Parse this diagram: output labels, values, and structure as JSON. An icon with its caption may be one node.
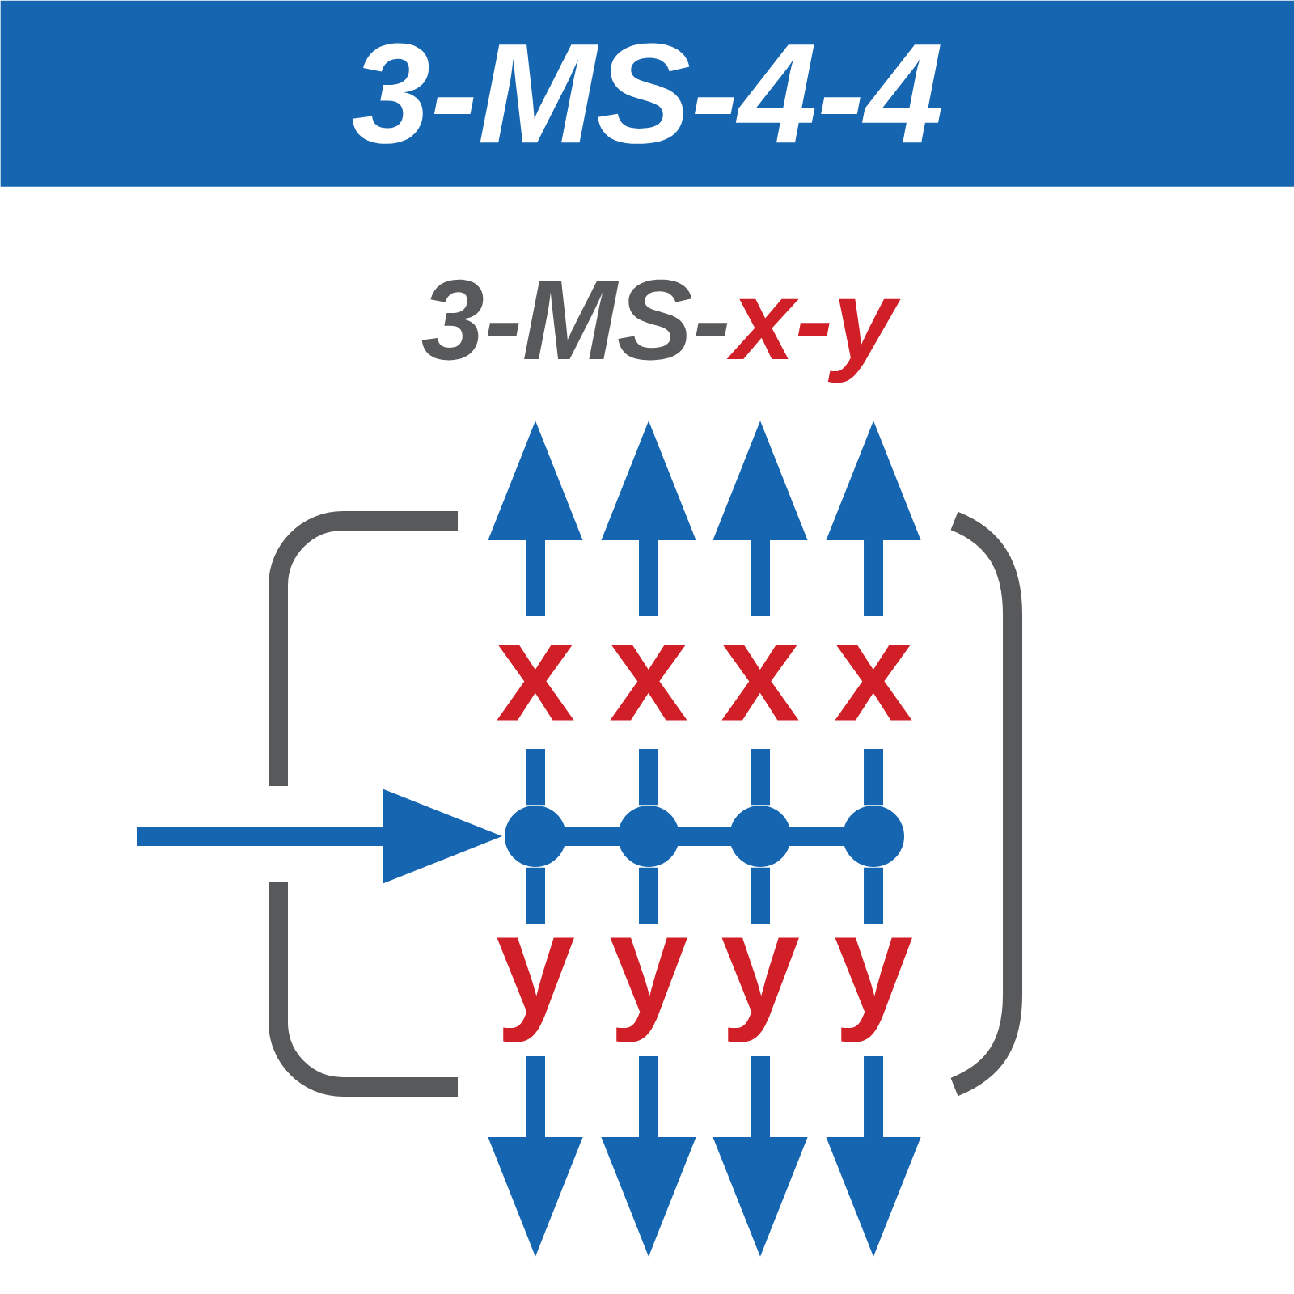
{
  "diagram": {
    "title": "3-MS-4-4",
    "nodes": [
      {
        "text": [],
        "shape": "circle"
      },
      {
        "text": [],
        "shape": "circle"
      },
      {
        "text": [],
        "shape": "circle"
      },
      {
        "text": [],
        "shape": "circle"
      }
    ],
    "edges": [
      {
        "from": null,
        "to": 0,
        "arrow": "to"
      },
      {
        "from": 0,
        "to": 1,
        "arrow": "none"
      },
      {
        "from": 1,
        "to": 2,
        "arrow": "none"
      },
      {
        "from": 2,
        "to": 3,
        "arrow": "none"
      },
      {
        "from": 0,
        "to": null,
        "arrow": "to",
        "label": "x"
      },
      {
        "from": 1,
        "to": null,
        "arrow": "to",
        "label": "x"
      },
      {
        "from": 2,
        "to": null,
        "arrow": "to",
        "label": "x"
      },
      {
        "from": 3,
        "to": null,
        "arrow": "to",
        "label": "x"
      },
      {
        "from": 0,
        "to": null,
        "arrow": "to",
        "label": "y"
      },
      {
        "from": 1,
        "to": null,
        "arrow": "to",
        "label": "y"
      },
      {
        "from": 2,
        "to": null,
        "arrow": "to",
        "label": "y"
      },
      {
        "from": 3,
        "to": null,
        "arrow": "to",
        "label": "y"
      }
    ],
    "labels": [
      "3-MS-",
      "x-y"
    ]
  }
}
